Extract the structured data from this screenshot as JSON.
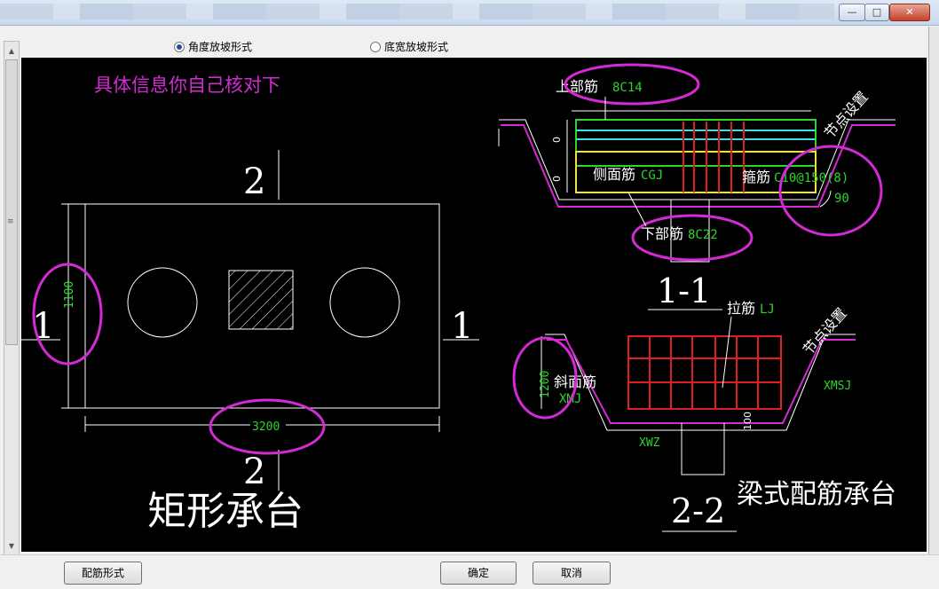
{
  "window": {
    "minimize_glyph": "—",
    "maximize_glyph": "□",
    "close_glyph": "✕"
  },
  "options": {
    "angle_slope": "角度放坡形式",
    "bottom_width_slope": "底宽放坡形式",
    "selected": "angle_slope"
  },
  "drawing": {
    "note": "具体信息你自己核对下",
    "rect_cap": {
      "title": "矩形承台",
      "section_2_top": "2",
      "section_2_bottom": "2",
      "section_1_left": "1",
      "section_1_right": "1",
      "dim_height": "1100",
      "dim_width": "3200"
    },
    "section_1_1": {
      "title": "1-1",
      "top_rebar_label": "上部筋",
      "top_rebar_value": "8C14",
      "side_rebar_label": "侧面筋",
      "side_rebar_value": "CGJ",
      "stirrup_label": "箍筋",
      "stirrup_value": "C10@150(8)",
      "bottom_rebar_label": "下部筋",
      "bottom_rebar_value": "8C22",
      "node_setting": "节点设置",
      "angle": "90",
      "dim_zero_1": "0",
      "dim_zero_2": "0"
    },
    "section_2_2": {
      "title": "2-2",
      "tie_label": "拉筋",
      "tie_value": "LJ",
      "diag_label": "斜面筋",
      "diag_value": "XMJ",
      "dim_height": "1200",
      "xwz": "XWZ",
      "xmsj": "XMSJ",
      "node_setting": "节点设置",
      "dim_100": "100"
    },
    "beam_cap_title": "梁式配筋承台"
  },
  "buttons": {
    "rebar_form": "配筋形式",
    "ok": "确定",
    "cancel": "取消"
  },
  "colors": {
    "canvas_bg": "#000000",
    "magenta": "#d42ad4",
    "green": "#2bd62b",
    "red": "#e02020",
    "yellow": "#f0e040",
    "cyan": "#40e0e0"
  }
}
